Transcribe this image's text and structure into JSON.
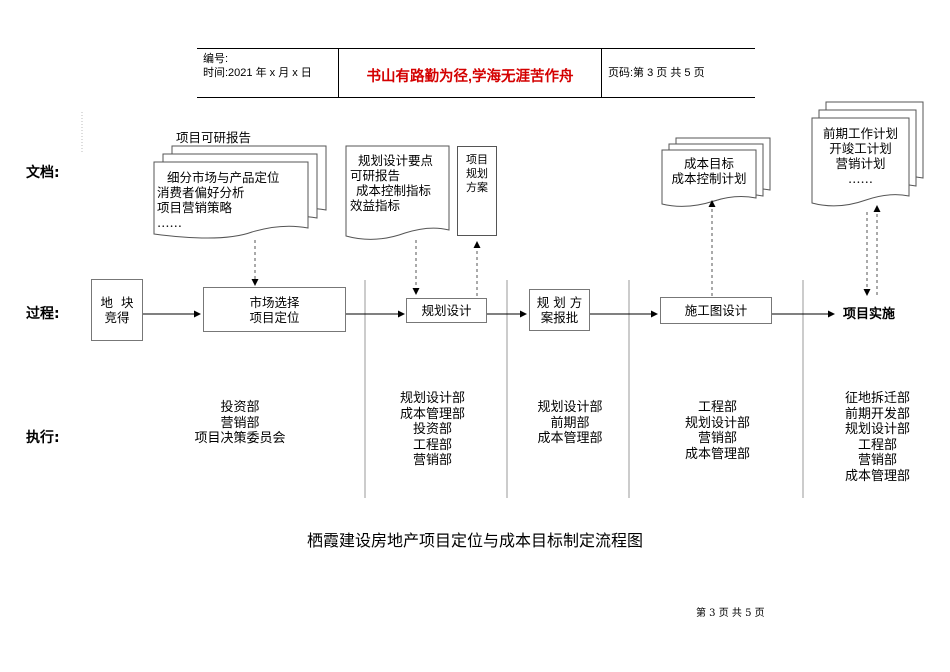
{
  "header": {
    "number_label": "编号:",
    "time_label": "时间:2021 年 x 月 x 日",
    "motto": "书山有路勤为径,学海无涯苦作舟",
    "page_label": "页码:第 3 页  共 5 页",
    "motto_color": "#d40000"
  },
  "rows": {
    "docs": "文档:",
    "process": "过程:",
    "exec": "执行:"
  },
  "documents": {
    "study_title": "项目可研报告",
    "study_lines": [
      "细分市场与产品定位",
      "消费者偏好分析",
      "项目营销策略",
      "……"
    ],
    "design_lines": [
      "规划设计要点",
      "可研报告",
      "成本控制指标",
      "效益指标"
    ],
    "plan_lines": [
      "项目",
      "规划",
      "方案"
    ],
    "cost_lines": [
      "成本目标",
      "成本控制计划"
    ],
    "plans_lines": [
      "前期工作计划",
      "开竣工计划",
      "营销计划",
      "……"
    ]
  },
  "process": {
    "land": [
      "地  块",
      "竞得"
    ],
    "market": [
      "市场选择",
      "项目定位"
    ],
    "design": "规划设计",
    "approval": [
      "规 划 方",
      "案报批"
    ],
    "construction": "施工图设计",
    "implementation": "项目实施"
  },
  "execution": {
    "col1": [
      "投资部",
      "营销部",
      "项目决策委员会"
    ],
    "col2": [
      "规划设计部",
      "成本管理部",
      "投资部",
      "工程部",
      "营销部"
    ],
    "col3": [
      "规划设计部",
      "前期部",
      "成本管理部"
    ],
    "col4": [
      "工程部",
      "规划设计部",
      "营销部",
      "成本管理部"
    ],
    "col5": [
      "征地拆迁部",
      "前期开发部",
      "规划设计部",
      "工程部",
      "营销部",
      "成本管理部"
    ]
  },
  "caption": "栖霞建设房地产项目定位与成本目标制定流程图",
  "footer": "第 3 页 共 5 页"
}
